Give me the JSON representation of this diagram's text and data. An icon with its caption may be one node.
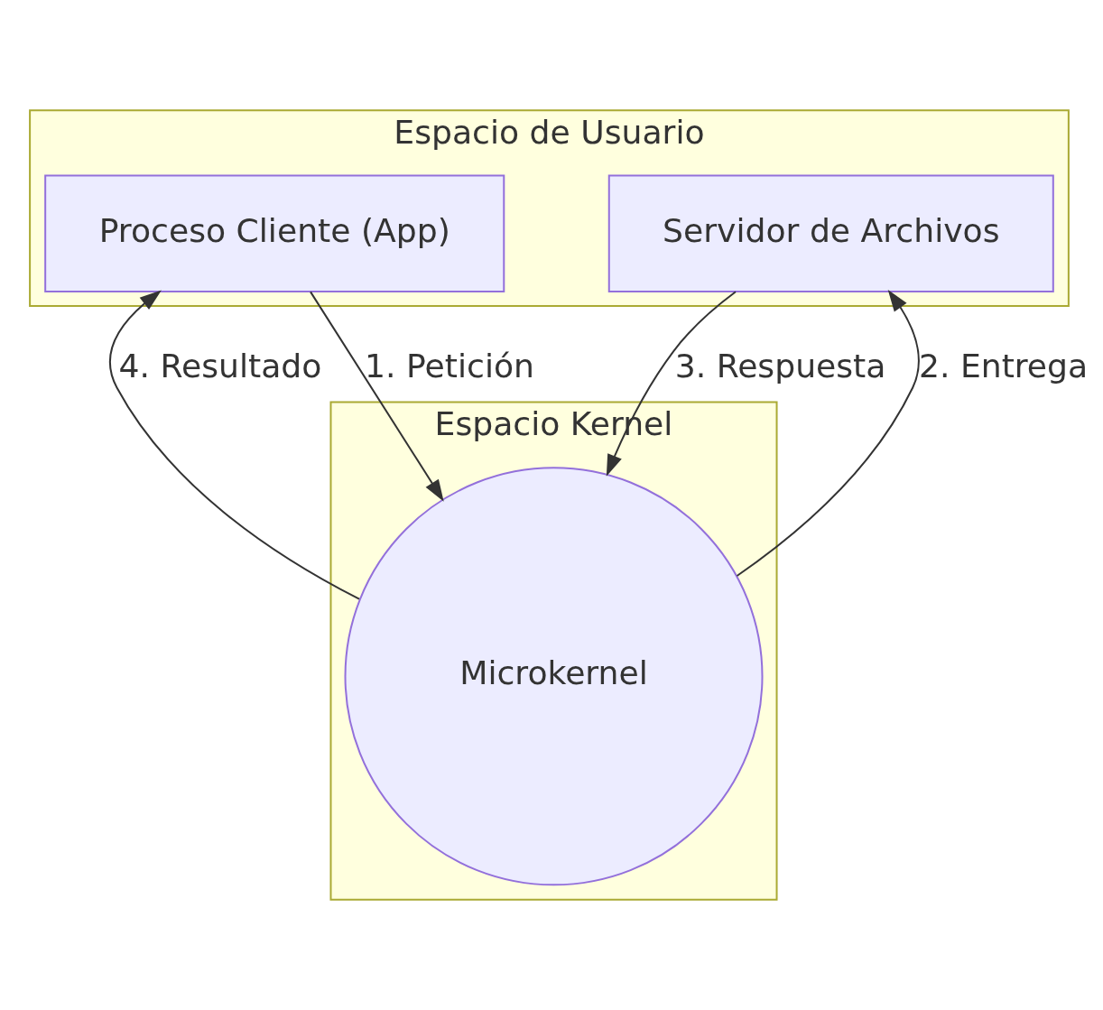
{
  "diagram": {
    "nodes": [
      {
        "text": [
          "Espacio de Usuario"
        ]
      },
      {
        "text": [
          "Proceso Cliente (App)"
        ],
        "in": 0
      },
      {
        "text": [
          "Espacio Kernel"
        ]
      },
      {
        "text": [
          "Microkernel"
        ],
        "in": 2
      },
      {
        "text": [
          "Servidor de Archivos"
        ],
        "in": 0
      }
    ],
    "edges": [
      {
        "from": 1,
        "to": 3,
        "arrow": "to",
        "label": "1. Petición"
      },
      {
        "from": 3,
        "to": 4,
        "arrow": "to",
        "label": "2. Entrega"
      },
      {
        "from": 4,
        "to": 3,
        "arrow": "to",
        "label": "3. Respuesta"
      },
      {
        "from": 3,
        "to": 1,
        "arrow": "to",
        "label": "4. Resultado"
      }
    ]
  }
}
